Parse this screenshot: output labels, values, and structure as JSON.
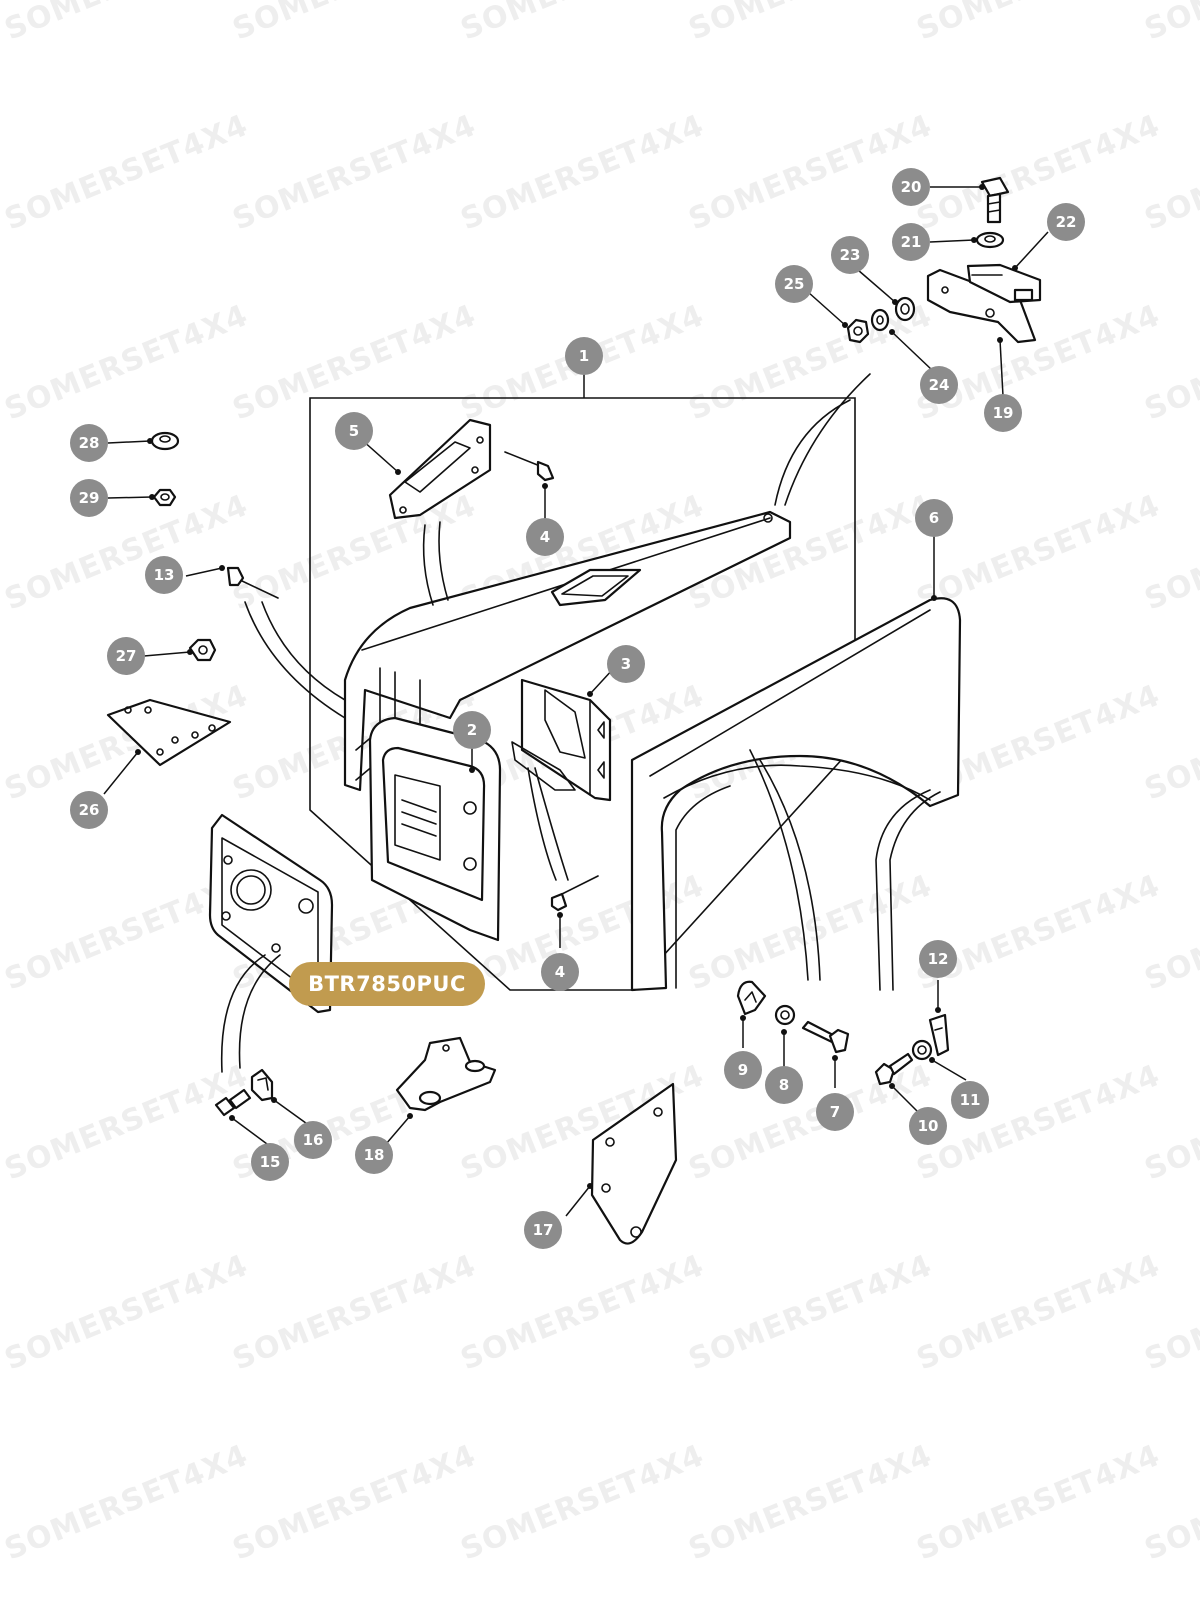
{
  "watermark": {
    "text": "SOMERSET4X4",
    "color": "#eeeeee"
  },
  "highlight": {
    "part_number": "BTR7850PUC",
    "color": "#c19b4f"
  },
  "callout_style": {
    "fill": "#8c8c8c",
    "text_color": "#ffffff"
  },
  "callouts": {
    "c1": "1",
    "c2": "2",
    "c3": "3",
    "c4a": "4",
    "c4b": "4",
    "c5": "5",
    "c6": "6",
    "c7": "7",
    "c8": "8",
    "c9": "9",
    "c10": "10",
    "c11": "11",
    "c12": "12",
    "c13": "13",
    "c15": "15",
    "c16": "16",
    "c17": "17",
    "c18": "18",
    "c19": "19",
    "c20": "20",
    "c21": "21",
    "c22": "22",
    "c23": "23",
    "c24": "24",
    "c25": "25",
    "c26": "26",
    "c27": "27",
    "c28": "28",
    "c29": "29"
  }
}
